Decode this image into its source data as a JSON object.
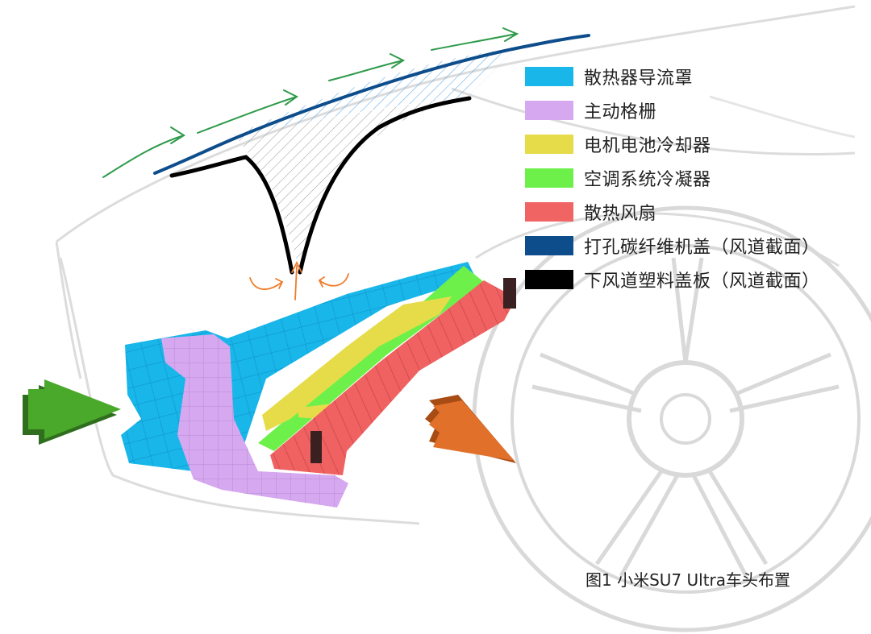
{
  "legend": {
    "items": [
      {
        "label": "散热器导流罩",
        "color": "#19b6ea"
      },
      {
        "label": "主动格栅",
        "color": "#d6a8f0"
      },
      {
        "label": "电机电池冷却器",
        "color": "#e6dc4a"
      },
      {
        "label": "空调系统冷凝器",
        "color": "#6ef04a"
      },
      {
        "label": "散热风扇",
        "color": "#f06464"
      },
      {
        "label": "打孔碳纤维机盖（风道截面）",
        "color": "#0e4d8c"
      },
      {
        "label": "下风道塑料盖板（风道截面）",
        "color": "#000000"
      }
    ]
  },
  "caption": "图1 小米SU7 Ultra车头布置",
  "colors": {
    "airflow_green": "#2f9a4a",
    "inlet_arrow": "#4aa82a",
    "outlet_arrow": "#e0702a",
    "upwash_orange": "#ef7b2a",
    "car_sketch": "#d8d8d8"
  }
}
